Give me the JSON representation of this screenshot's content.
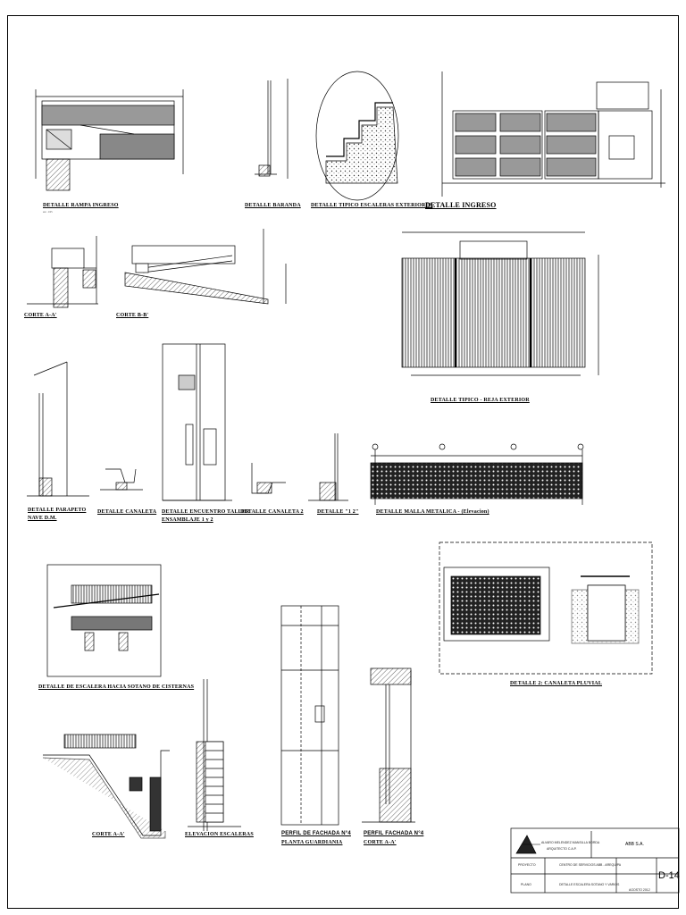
{
  "details": [
    {
      "title": "DETALLE RAMPA INGRESO"
    },
    {
      "title": "DETALLE BARANDA"
    },
    {
      "title": "DETALLE TIPICO ESCALERAS EXTERIORES"
    },
    {
      "title": "DETALLE INGRESO"
    },
    {
      "title": "CORTE A-A'"
    },
    {
      "title": "CORTE B-B'"
    },
    {
      "title": "DETALLE TIPICO - REJA EXTERIOR"
    },
    {
      "title": "DETALLE PARAPETO"
    },
    {
      "title": "NAVE D.M."
    },
    {
      "title": "DETALLE CANALETA"
    },
    {
      "title": "DETALLE ENCUENTRO TALLER"
    },
    {
      "title": "ENSAMBLAJE 1 y 2"
    },
    {
      "title": "DETALLE CANALETA 2"
    },
    {
      "title": "DETALLE \"1 2\""
    },
    {
      "title": "DETALLE MALLA METALICA - (Elevacion)"
    },
    {
      "title": "DETALLE DE ESCALERA HACIA SOTANO DE CISTERNAS"
    },
    {
      "title": "DETALLE 2: CANALETA PLUVIAL"
    },
    {
      "title": "CORTE A-A'"
    },
    {
      "title": "ELEVACION ESCALERAS"
    },
    {
      "title": "PERFIL DE FACHADA N°4"
    },
    {
      "title": "PLANTA GUARDIANIA"
    },
    {
      "title": "PERFIL FACHADA N°4"
    },
    {
      "title": "CORTE A-A'"
    }
  ],
  "scale_note": "esc. 1/25",
  "title_block": {
    "architect_line1": "ALVARO MELENDEZ MANSILLA BORDA",
    "architect_line2": "ARQUITECTO C.A.P.",
    "client": "ABB S.A.",
    "proyecto_label": "PROYECTO",
    "proyecto_value": "CENTRO DE SERVICIOS ABB - AREQUIPA",
    "plano_label": "PLANO",
    "plano_value": "DETALLE ESCALERA SOTANO Y VARIOS",
    "fecha": "AGOSTO 2012",
    "sheet_number": "D-14"
  }
}
